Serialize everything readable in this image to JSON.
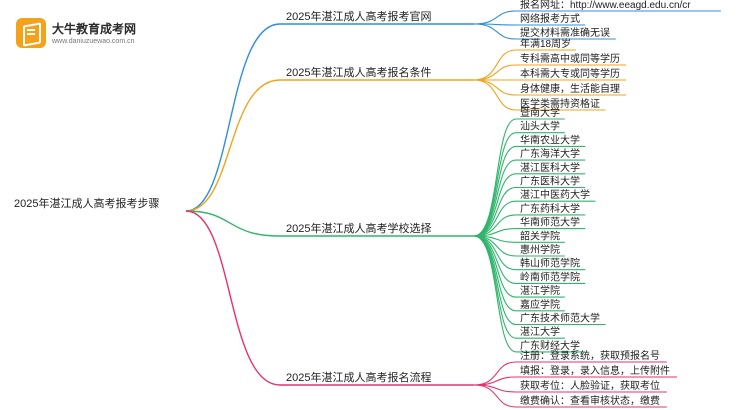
{
  "logo": {
    "name": "大牛教育成考网",
    "url": "www.daniuzuewao.com.cn"
  },
  "root": "2025年湛江成人高考报考步骤",
  "branches": [
    {
      "label": "2025年湛江成人高考报考官网",
      "color": "#2f8fd8",
      "items": [
        "报名网址：http://www.eeagd.edu.cn/cr",
        "网络报考方式",
        "提交材料需准确无误"
      ]
    },
    {
      "label": "2025年湛江成人高考报名条件",
      "color": "#f4a21b",
      "items": [
        "年满18周岁",
        "专科需高中或同等学历",
        "本科需大专或同等学历",
        "身体健康，生活能自理",
        "医学类需持资格证"
      ]
    },
    {
      "label": "2025年湛江成人高考学校选择",
      "color": "#2fb56c",
      "items": [
        "暨南大学",
        "汕头大学",
        "华南农业大学",
        "广东海洋大学",
        "湛江医科大学",
        "广东医科大学",
        "湛江中医药大学",
        "广东药科大学",
        "华南师范大学",
        "韶关学院",
        "惠州学院",
        "韩山师范学院",
        "岭南师范学院",
        "湛江学院",
        "嘉应学院",
        "广东技术师范大学",
        "湛江大学",
        "广东财经大学"
      ]
    },
    {
      "label": "2025年湛江成人高考报名流程",
      "color": "#e8306f",
      "items": [
        "注册：登录系统，获取预报名号",
        "填报：登录，录入信息，上传附件",
        "获取考位：人脸验证，获取考位",
        "缴费确认：查看审核状态，缴费"
      ]
    }
  ]
}
